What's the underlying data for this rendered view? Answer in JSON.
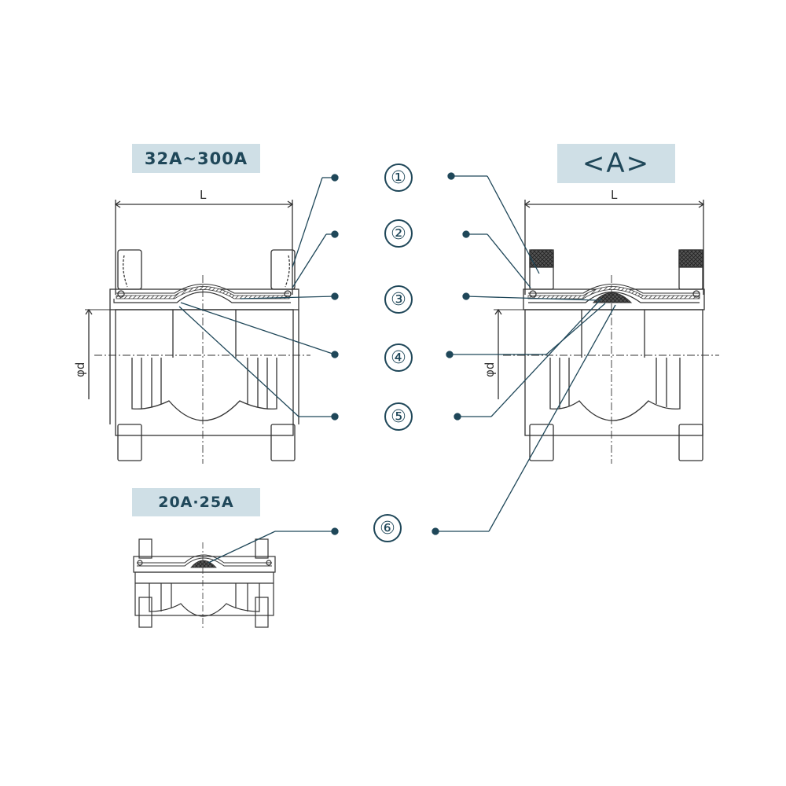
{
  "labels": {
    "range_large": "32A~300A",
    "detail": "<A>",
    "range_small": "20A·25A"
  },
  "dimensions": {
    "length": "L",
    "diameter": "φd"
  },
  "callouts": [
    "①",
    "②",
    "③",
    "④",
    "⑤",
    "⑥"
  ],
  "colors": {
    "leader": "#1f4759",
    "label_bg": "#cfdfe6",
    "outline": "#333333"
  }
}
